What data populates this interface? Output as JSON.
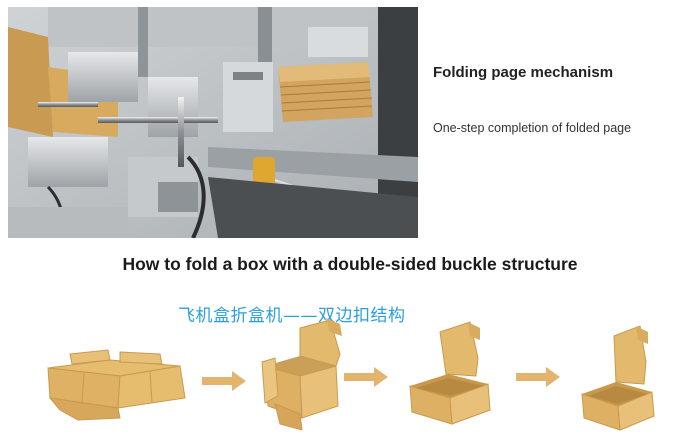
{
  "feature": {
    "title": "Folding page mechanism",
    "description": "One-step completion of folded page"
  },
  "section": {
    "heading": "How to fold a box with a double-sided buckle structure"
  },
  "diagram": {
    "caption": "飞机盒折盒机——双边扣结构",
    "steps": [
      "flat-die-cut-blank",
      "walls-raised",
      "front-folded-in",
      "lid-closing"
    ]
  },
  "colors": {
    "cardboard": "#e0b466",
    "cardboard_dark": "#c9984a",
    "arrow": "#e2b46e",
    "caption": "#2a9fe0"
  }
}
